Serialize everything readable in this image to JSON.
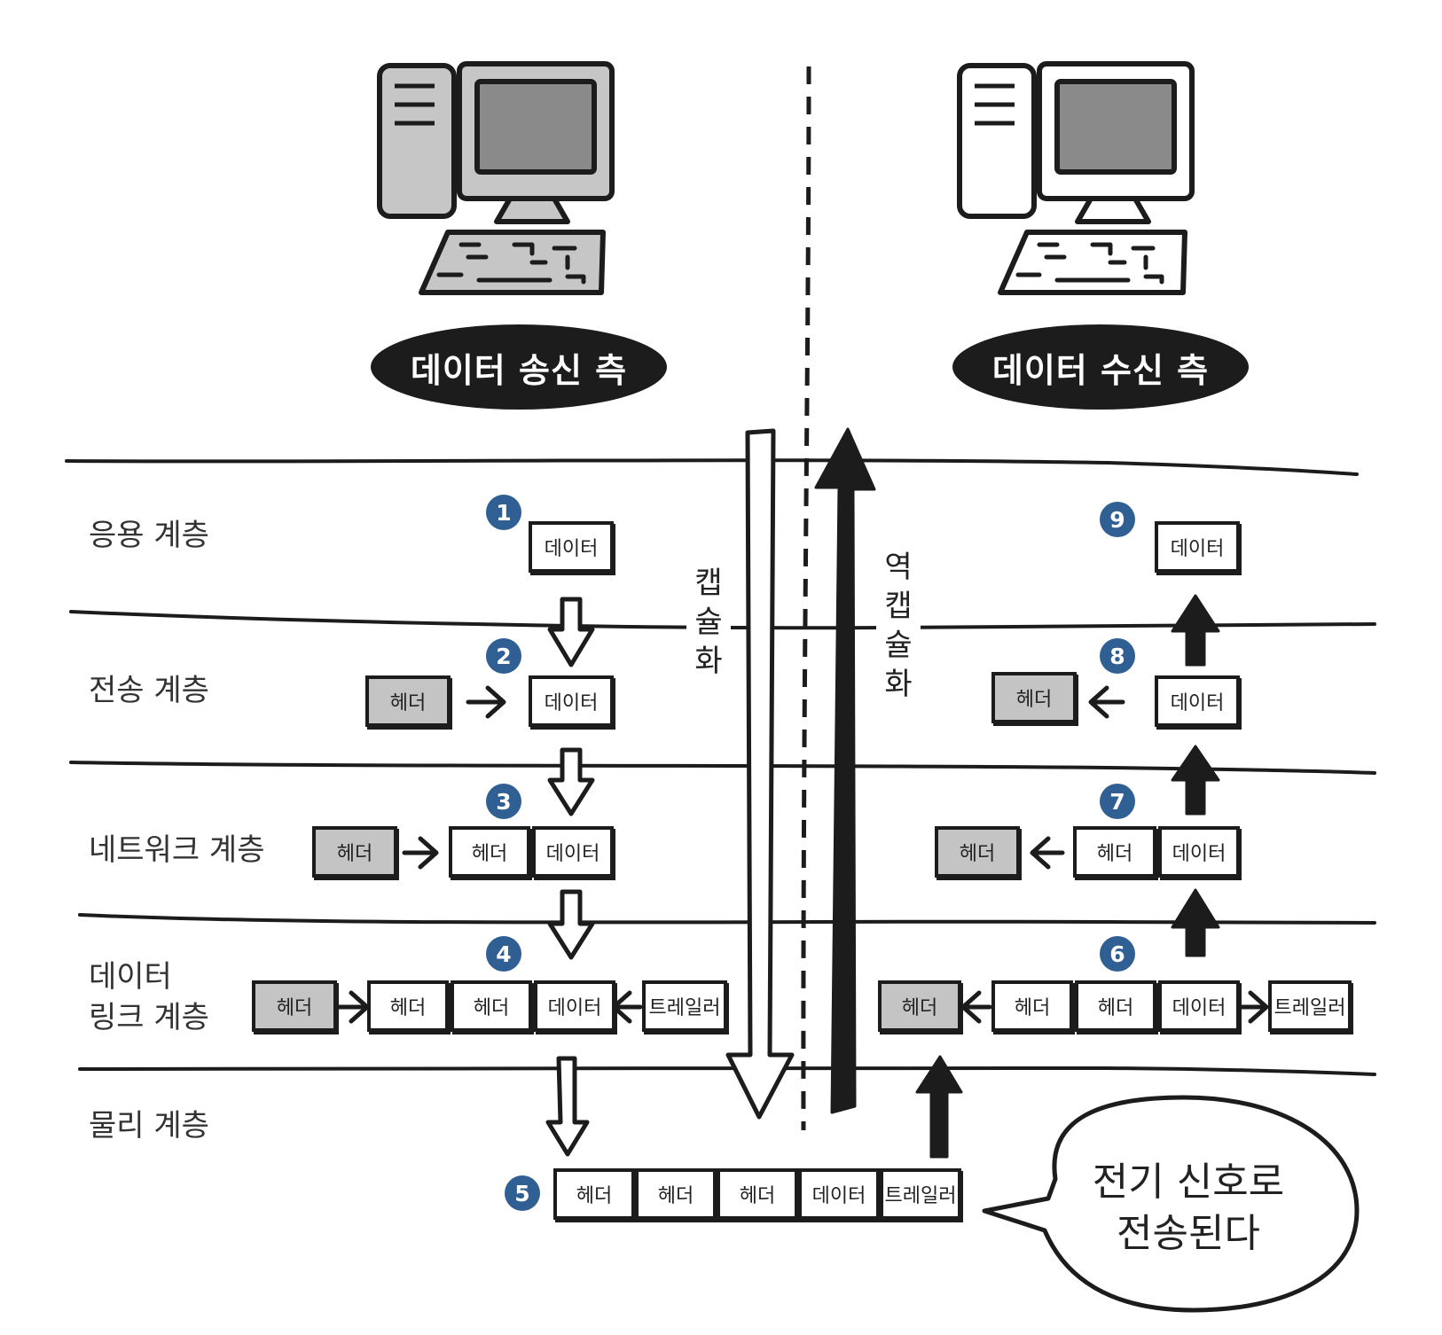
{
  "sender": {
    "label": "데이터 송신 측"
  },
  "receiver": {
    "label": "데이터 수신 측"
  },
  "layers": [
    {
      "label": "응용 계층"
    },
    {
      "label": "전송 계층"
    },
    {
      "label": "네트워크 계층"
    },
    {
      "label_line1": "데이터",
      "label_line2": "링크 계층"
    },
    {
      "label": "물리 계층"
    }
  ],
  "encapsulation": {
    "chars": [
      "캡",
      "슐",
      "화"
    ]
  },
  "decapsulation": {
    "chars": [
      "역",
      "캡",
      "슐",
      "화"
    ]
  },
  "steps": [
    "1",
    "2",
    "3",
    "4",
    "5",
    "6",
    "7",
    "8",
    "9"
  ],
  "box_text": {
    "data": "데이터",
    "header": "헤더",
    "trailer": "트레일러"
  },
  "callout": {
    "line1": "전기 신호로",
    "line2": "전송된다"
  },
  "colors": {
    "step_badge": "#2f5f93",
    "header_fill": "#c4c4c4",
    "ink": "#1c1c1c"
  }
}
